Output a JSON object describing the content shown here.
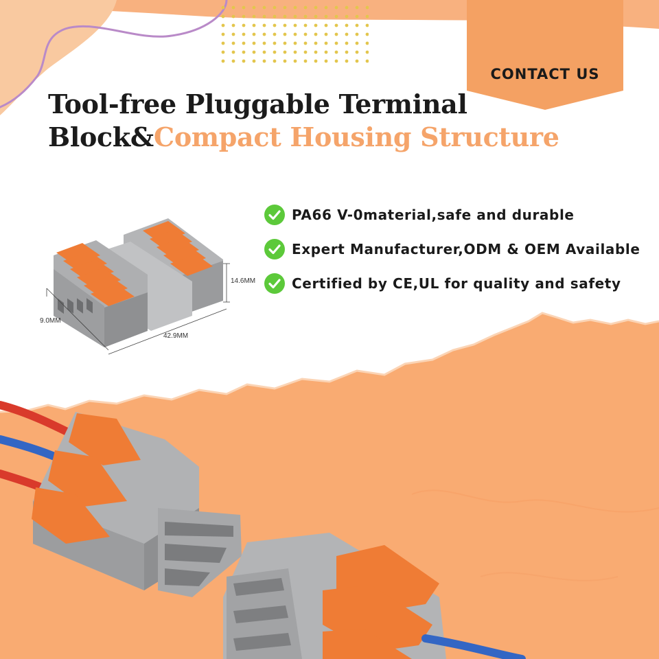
{
  "contact": {
    "label": "CONTACT US"
  },
  "headline": {
    "line1": "Tool-free Pluggable Terminal",
    "line2_dark": "Block&",
    "line2_accent": "Compact Housing Structure"
  },
  "dimensions": {
    "height": "14.6MM",
    "width": "9.0MM",
    "length": "42.9MM"
  },
  "features": [
    "PA66 V-0material,safe and durable",
    "Expert Manufacturer,ODM & OEM Available",
    "Certified by CE,UL for quality and safety"
  ],
  "colors": {
    "accent": "#f5a46a",
    "tab": "#f4a163",
    "torn_paper": "#f9ab72",
    "check": "#5cc93a",
    "housing_gray": "#a5a6a8",
    "lever_orange": "#ee7c34"
  },
  "icons": [
    "check-icon"
  ]
}
